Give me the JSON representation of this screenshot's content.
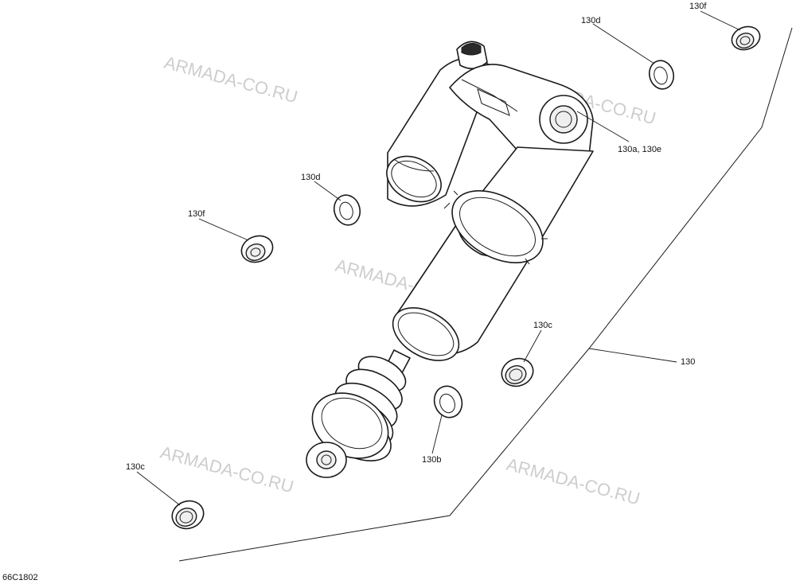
{
  "diagram": {
    "drawing_code": "66C1802",
    "watermark_text": "ARMADA-CO.RU",
    "labels": {
      "assembly": "130",
      "c_upper": "130c",
      "c_lower": "130c",
      "b": "130b",
      "d_upper": "130d",
      "d_left": "130d",
      "f_upper": "130f",
      "f_left": "130f",
      "ae": "130a, 130e"
    }
  }
}
